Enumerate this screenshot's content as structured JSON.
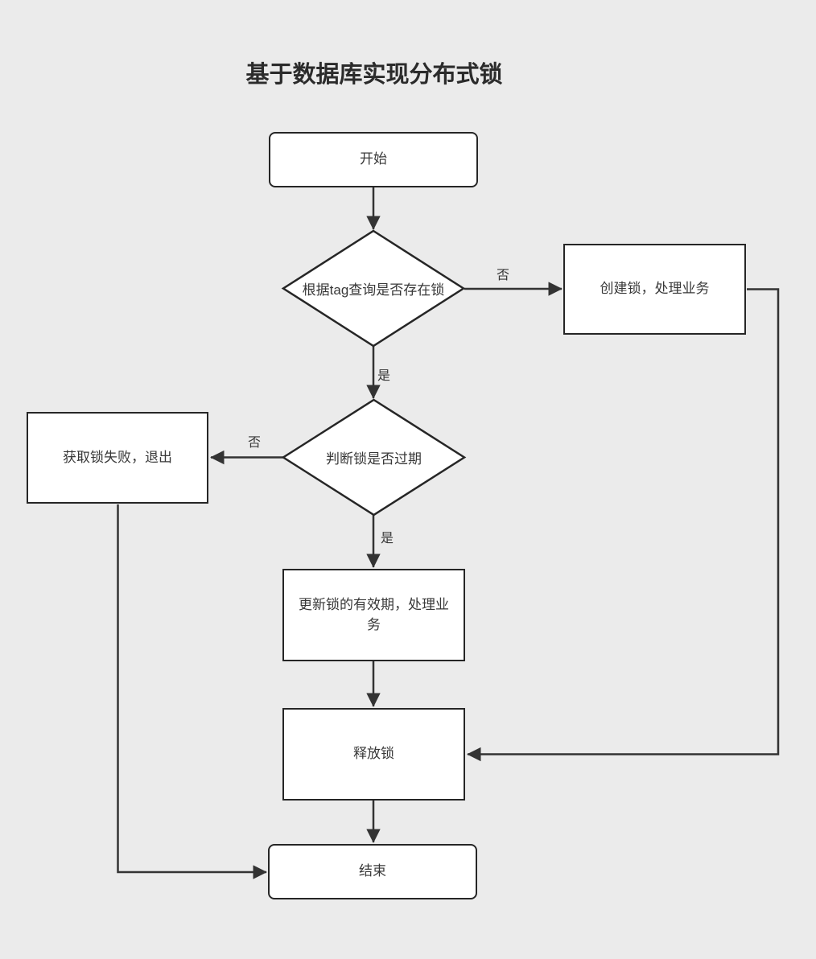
{
  "diagram": {
    "title": "基于数据库实现分布式锁",
    "nodes": {
      "start": {
        "label": "开始"
      },
      "check_lock_exists": {
        "label": "根据tag查询是否存在锁"
      },
      "create_lock": {
        "label": "创建锁，处理业务"
      },
      "check_lock_expired": {
        "label": "判断锁是否过期"
      },
      "acquire_fail": {
        "label": "获取锁失败，退出"
      },
      "update_lock": {
        "label": "更新锁的有效期，处理业务"
      },
      "release_lock": {
        "label": "释放锁"
      },
      "end": {
        "label": "结束"
      }
    },
    "edge_labels": {
      "exists_no": "否",
      "exists_yes": "是",
      "expired_no": "否",
      "expired_yes": "是"
    },
    "colors": {
      "background": "#ebebeb",
      "node_fill": "#ffffff",
      "node_border": "#262626",
      "connector": "#333333",
      "text": "#383838"
    }
  }
}
